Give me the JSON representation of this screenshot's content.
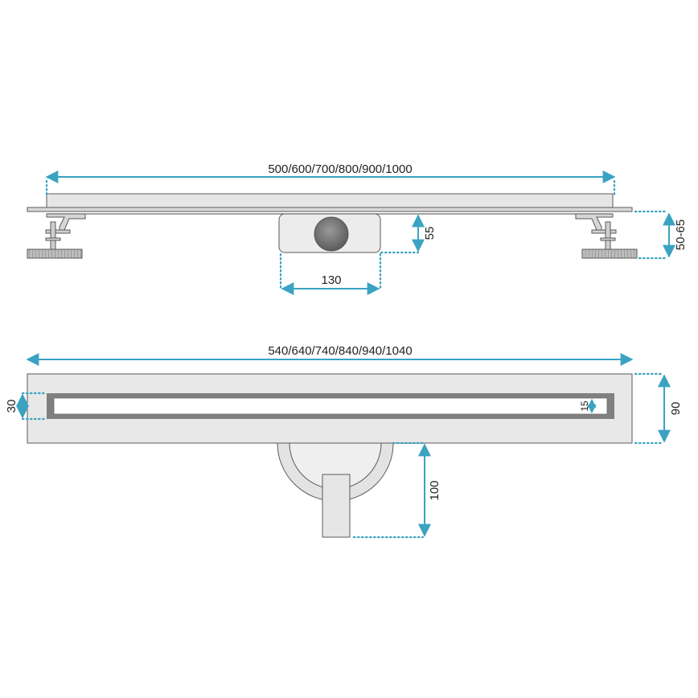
{
  "dimensions": {
    "side_view": {
      "overall_length": "500/600/700/800/900/1000",
      "outlet_height": "55",
      "foot_height": "50-65",
      "outlet_width": "130"
    },
    "top_view": {
      "overall_length": "540/640/740/840/940/1040",
      "slot_width": "30",
      "grate_width": "15",
      "body_width": "90",
      "pipe_length": "100"
    }
  },
  "colors": {
    "dimension": "#3aa3c2",
    "body_fill": "#e6e6e6",
    "slot_frame": "#808080",
    "outline": "#5a5a5a"
  }
}
